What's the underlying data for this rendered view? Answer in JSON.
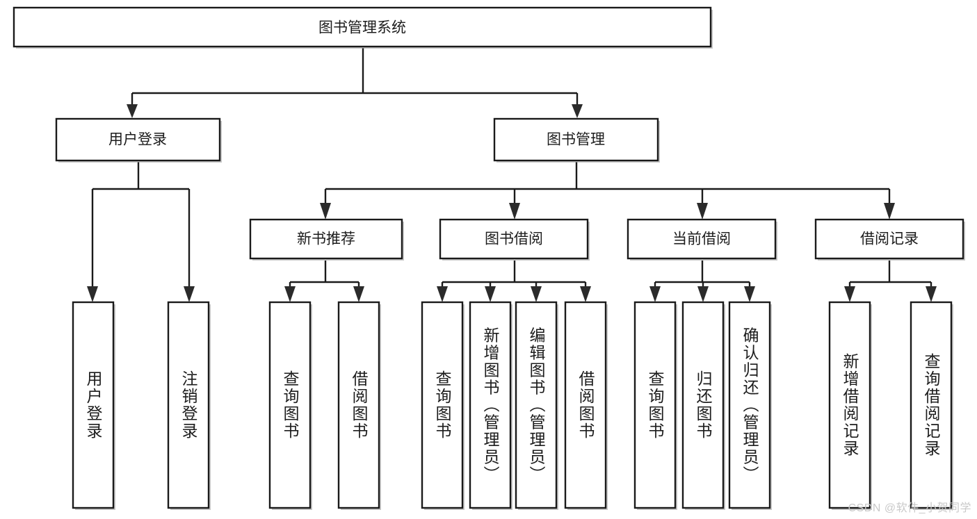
{
  "diagram": {
    "type": "tree-hierarchy-chart",
    "title": "图书管理系统",
    "watermark": "CSDN @软件_小贺同学",
    "colors": {
      "box_fill": "#ffffff",
      "box_stroke": "#1a1a1a",
      "text": "#1c1c1c",
      "background": "#ffffff",
      "watermark": "#c9c9c9"
    },
    "levels": {
      "level1": [
        {
          "id": "root",
          "label": "图书管理系统",
          "orientation": "horizontal"
        }
      ],
      "level2": [
        {
          "id": "user-login",
          "label": "用户登录",
          "orientation": "horizontal"
        },
        {
          "id": "book-manage",
          "label": "图书管理",
          "orientation": "horizontal"
        }
      ],
      "level3": [
        {
          "id": "new-book-recommend",
          "label": "新书推荐",
          "orientation": "horizontal"
        },
        {
          "id": "book-borrow",
          "label": "图书借阅",
          "orientation": "horizontal"
        },
        {
          "id": "current-borrow",
          "label": "当前借阅",
          "orientation": "horizontal"
        },
        {
          "id": "borrow-record",
          "label": "借阅记录",
          "orientation": "horizontal"
        }
      ],
      "level4": [
        {
          "id": "leaf-user-login",
          "label": "用户登录",
          "parent": "user-login",
          "orientation": "vertical"
        },
        {
          "id": "leaf-user-logout",
          "label": "注销登录",
          "parent": "user-login",
          "orientation": "vertical"
        },
        {
          "id": "leaf-query-book-1",
          "label": "查询图书",
          "parent": "new-book-recommend",
          "orientation": "vertical"
        },
        {
          "id": "leaf-borrow-book-1",
          "label": "借阅图书",
          "parent": "new-book-recommend",
          "orientation": "vertical"
        },
        {
          "id": "leaf-query-book-2",
          "label": "查询图书",
          "parent": "book-borrow",
          "orientation": "vertical"
        },
        {
          "id": "leaf-add-book",
          "label": "新增图书（管理员）",
          "parent": "book-borrow",
          "orientation": "vertical"
        },
        {
          "id": "leaf-edit-book",
          "label": "编辑图书（管理员）",
          "parent": "book-borrow",
          "orientation": "vertical"
        },
        {
          "id": "leaf-borrow-book-2",
          "label": "借阅图书",
          "parent": "book-borrow",
          "orientation": "vertical"
        },
        {
          "id": "leaf-query-book-3",
          "label": "查询图书",
          "parent": "current-borrow",
          "orientation": "vertical"
        },
        {
          "id": "leaf-return-book",
          "label": "归还图书",
          "parent": "current-borrow",
          "orientation": "vertical"
        },
        {
          "id": "leaf-confirm-return",
          "label": "确认归还（管理员）",
          "parent": "current-borrow",
          "orientation": "vertical"
        },
        {
          "id": "leaf-add-record",
          "label": "新增借阅记录",
          "parent": "borrow-record",
          "orientation": "vertical"
        },
        {
          "id": "leaf-query-record",
          "label": "查询借阅记录",
          "parent": "borrow-record",
          "orientation": "vertical"
        }
      ]
    }
  }
}
